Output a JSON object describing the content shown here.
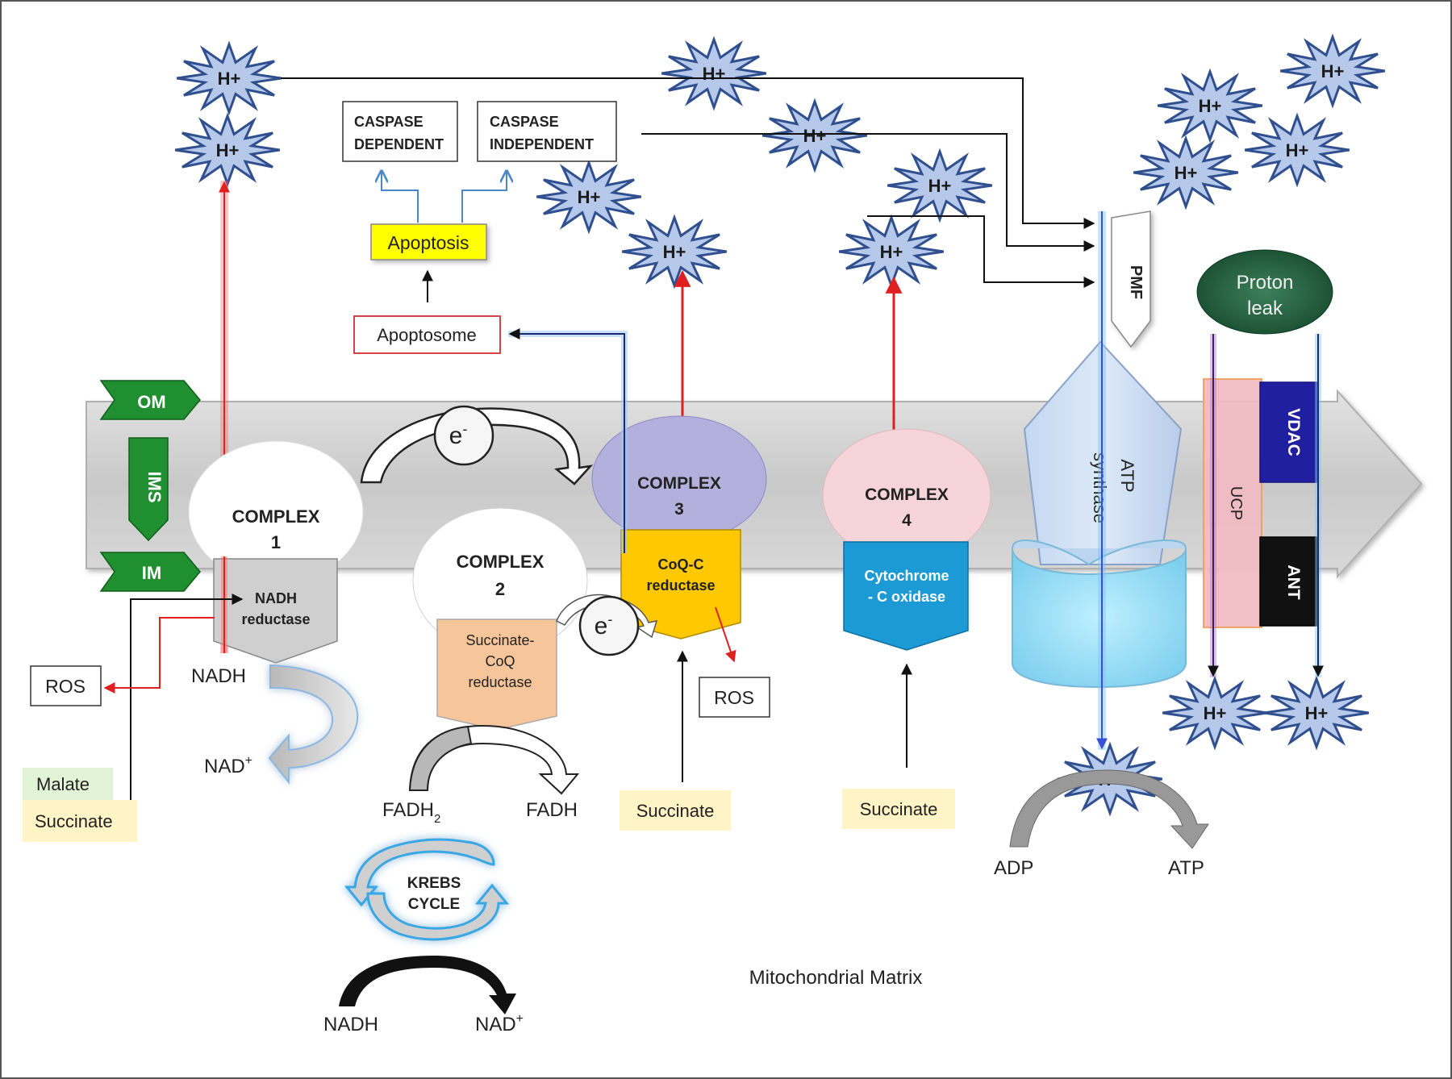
{
  "labels": {
    "om": "OM",
    "ims": "IMS",
    "im": "IM",
    "complex1": [
      "COMPLEX",
      "1"
    ],
    "complex1_sub": [
      "NADH",
      "reductase"
    ],
    "complex2": [
      "COMPLEX",
      "2"
    ],
    "complex2_sub": [
      "Succinate-",
      "CoQ",
      "reductase"
    ],
    "complex3": [
      "COMPLEX",
      "3"
    ],
    "complex3_sub": [
      "CoQ-C",
      "reductase"
    ],
    "complex4": [
      "COMPLEX",
      "4"
    ],
    "complex4_sub": [
      "Cytochrome",
      "- C oxidase"
    ],
    "atp_synthase": [
      "ATP",
      "synthase"
    ],
    "pmf": "PMF",
    "proton_leak": [
      "Proton",
      "leak"
    ],
    "ucp": "UCP",
    "vdac": "VDAC",
    "ant": "ANT",
    "electron": "e",
    "electron_sup": "-",
    "hplus": "H+",
    "caspase_dependent": [
      "CASPASE",
      "DEPENDENT"
    ],
    "caspase_independent": [
      "CASPASE",
      "INDEPENDENT"
    ],
    "apoptosis": "Apoptosis",
    "apoptosome": "Apoptosome",
    "ros": "ROS",
    "nadh": "NADH",
    "nad": "NAD",
    "nad_sup": "+",
    "malate": "Malate",
    "succinate": "Succinate",
    "fadh2_base": "FADH",
    "fadh2_sub": "2",
    "fadh": "FADH",
    "krebs": [
      "KREBS",
      "CYCLE"
    ],
    "adp": "ADP",
    "atp": "ATP",
    "matrix": "Mitochondrial Matrix"
  },
  "colors": {
    "membrane": "#d0d0d0",
    "hplus_fill": "#b7c9ea",
    "hplus_stroke": "#2f4f8f",
    "green_arrow": "#1f8f2f",
    "complex3_top": "#b4b0dd",
    "complex3_bottom": "#ffc800",
    "complex4_top": "#f7d4d9",
    "complex4_bottom": "#1b9ad6",
    "complex2_bottom": "#f6c59a",
    "apoptosis": "#ffff00",
    "vdac": "#1f1f9f",
    "ant": "#111111",
    "ucp": "#f2bcc4",
    "proton_leak": "#1d5e3e",
    "red_arrow": "#e02020",
    "blue_arrow": "#3a4fd8",
    "succinate_bg": "#fff4c6",
    "malate_bg": "#e2f4d6"
  }
}
